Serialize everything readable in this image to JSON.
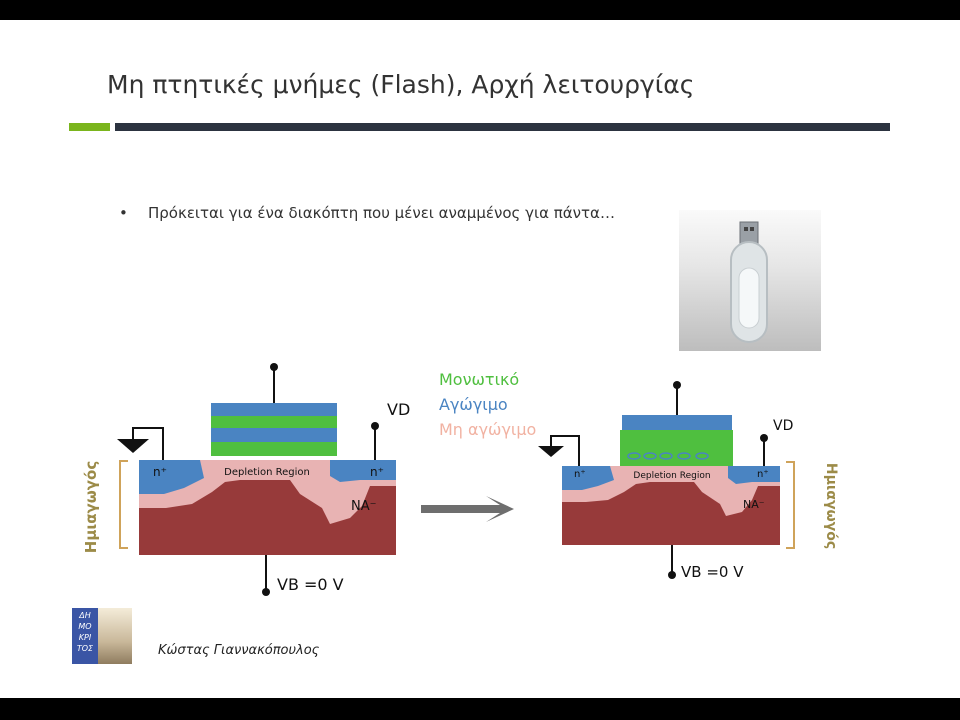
{
  "slide": {
    "title": "Μη πτητικές μνήμες (Flash), Αρχή λειτουργίας",
    "bullet": "Πρόκειται για ένα διακόπτη που μένει αναμμένος για πάντα…",
    "author": "Κώστας Γιαννακόπουλος"
  },
  "logo": {
    "text": "ΔΗ ΜΟ ΚΡΙ ΤΟΣ"
  },
  "legend": {
    "insulator": "Μονωτικό",
    "conductor": "Αγώγιμο",
    "nonconductor": "Μη αγώγιμο"
  },
  "colors": {
    "insulator": "#4fbf3f",
    "conductor": "#4a84c2",
    "nonconductor": "#f1b2a2",
    "substrate": "#973a3a",
    "pink_region": "#e8b3b3",
    "accent_green": "#7ab51d",
    "dark_rule": "#2c3340",
    "bracket": "#cfa35a"
  },
  "left_transistor": {
    "depletion": "Depletion Region",
    "n_left": "n⁺",
    "n_right": "n⁺",
    "na": "NA⁻",
    "vd": "VD",
    "vb": "VB =0 V",
    "side": "Ημιαγωγός"
  },
  "right_transistor": {
    "depletion": "Depletion Region",
    "n_left": "n⁺",
    "n_right": "n⁺",
    "na": "NA⁻",
    "vd": "VD",
    "vb": "VB =0 V",
    "side": "Ημιαγωγός"
  }
}
